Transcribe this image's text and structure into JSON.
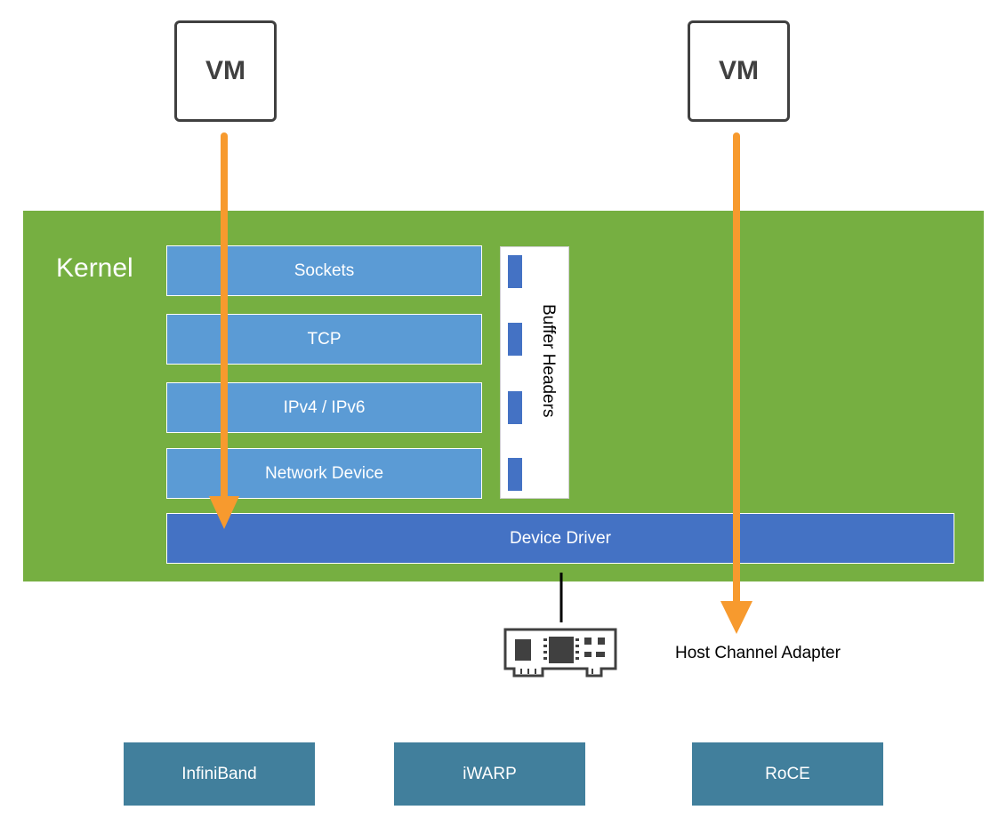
{
  "vms": [
    {
      "label": "VM"
    },
    {
      "label": "VM"
    }
  ],
  "kernel": {
    "label": "Kernel",
    "layers": [
      "Sockets",
      "TCP",
      "IPv4 / IPv6",
      "Network Device"
    ],
    "buffer_headers_label": "Buffer Headers",
    "device_driver_label": "Device Driver"
  },
  "host_channel_adapter_label": "Host Channel Adapter",
  "transports": [
    "InfiniBand",
    "iWARP",
    "RoCE"
  ],
  "colors": {
    "kernel_green": "#76AF41",
    "layer_blue": "#5B9BD5",
    "driver_blue": "#4472C4",
    "transport_teal": "#417F9C",
    "arrow_orange": "#F79A2E"
  },
  "icons": {
    "nic": "network-card-icon"
  }
}
